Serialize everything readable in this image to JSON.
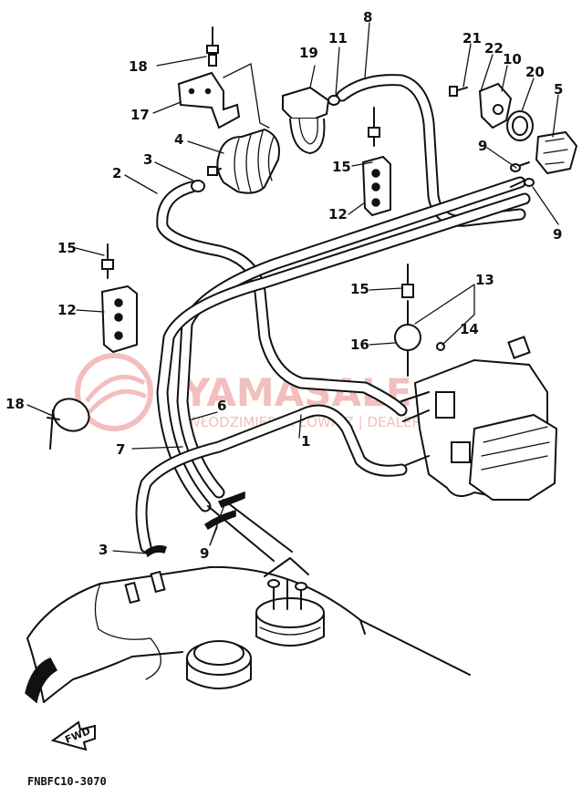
{
  "diagram": {
    "drawing_code": "FNBFC10-3070",
    "front_arrow_label": "FWD",
    "watermark": {
      "logo_text": "YAMASALE.PL",
      "subtitle": "WŁODZIMIERZ PŁOWICZ | DEALER YAMAHA",
      "color": "#e88a8a"
    },
    "callouts": [
      {
        "id": "c18a",
        "text": "18"
      },
      {
        "id": "c17",
        "text": "17"
      },
      {
        "id": "c19",
        "text": "19"
      },
      {
        "id": "c11",
        "text": "11"
      },
      {
        "id": "c8",
        "text": "8"
      },
      {
        "id": "c21",
        "text": "21"
      },
      {
        "id": "c22",
        "text": "22"
      },
      {
        "id": "c10",
        "text": "10"
      },
      {
        "id": "c20",
        "text": "20"
      },
      {
        "id": "c5",
        "text": "5"
      },
      {
        "id": "c4",
        "text": "4"
      },
      {
        "id": "c3a",
        "text": "3"
      },
      {
        "id": "c2",
        "text": "2"
      },
      {
        "id": "c15a",
        "text": "15"
      },
      {
        "id": "c12a",
        "text": "12"
      },
      {
        "id": "c9a",
        "text": "9"
      },
      {
        "id": "c9b",
        "text": "9"
      },
      {
        "id": "c15b",
        "text": "15"
      },
      {
        "id": "c12b",
        "text": "12"
      },
      {
        "id": "c15c",
        "text": "15"
      },
      {
        "id": "c13",
        "text": "13"
      },
      {
        "id": "c14",
        "text": "14"
      },
      {
        "id": "c16",
        "text": "16"
      },
      {
        "id": "c18b",
        "text": "18"
      },
      {
        "id": "c6",
        "text": "6"
      },
      {
        "id": "c7",
        "text": "7"
      },
      {
        "id": "c1",
        "text": "1"
      },
      {
        "id": "c3b",
        "text": "3"
      },
      {
        "id": "c9c",
        "text": "9"
      }
    ]
  }
}
